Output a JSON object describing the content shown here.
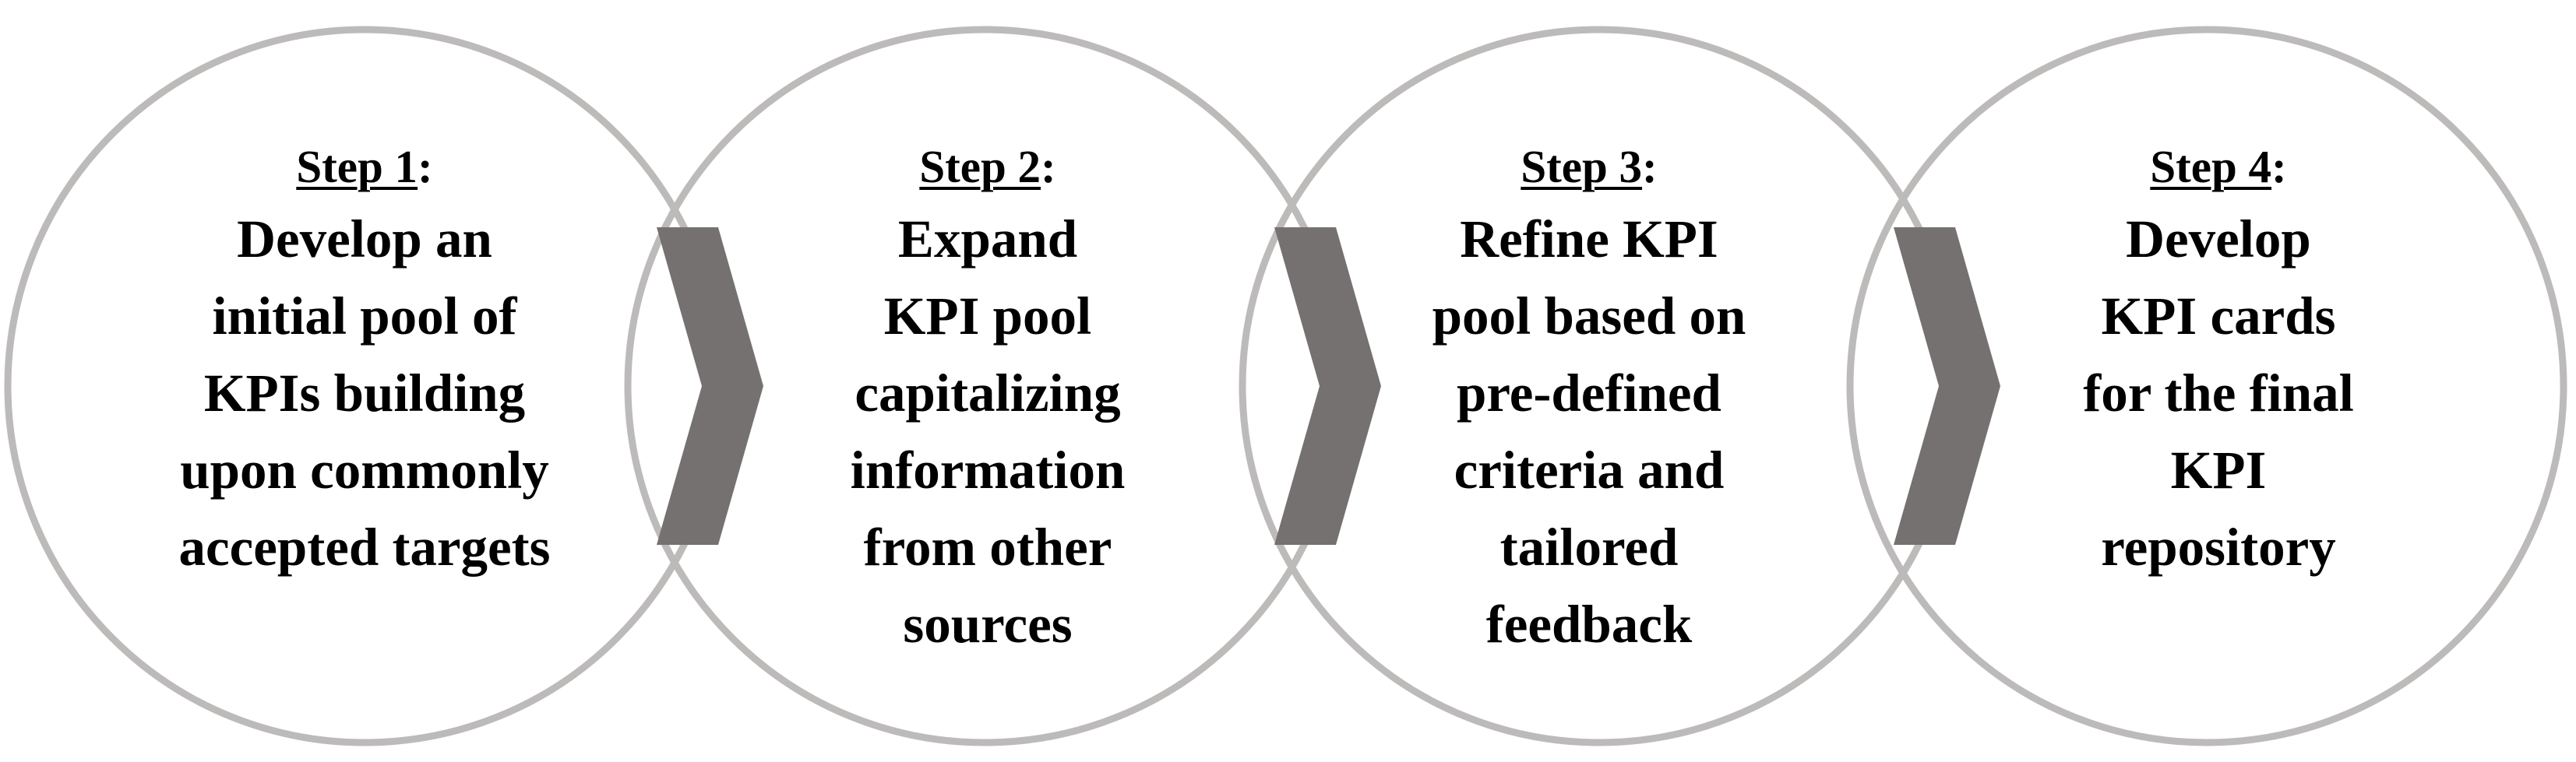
{
  "steps": [
    {
      "label": "Step 1",
      "description": "Develop an\ninitial pool of\nKPIs building\nupon commonly\naccepted targets"
    },
    {
      "label": "Step 2",
      "description": "Expand\nKPI pool\ncapitalizing\ninformation\nfrom other\nsources"
    },
    {
      "label": "Step 3",
      "description": "Refine KPI\npool based on\npre-defined\ncriteria and\ntailored\nfeedback"
    },
    {
      "label": "Step 4",
      "description": "Develop\nKPI cards\nfor the final\nKPI\nrepository"
    }
  ],
  "colors": {
    "circle_stroke": "#bdbaba",
    "chevron_fill": "#757171",
    "text": "#000000"
  }
}
